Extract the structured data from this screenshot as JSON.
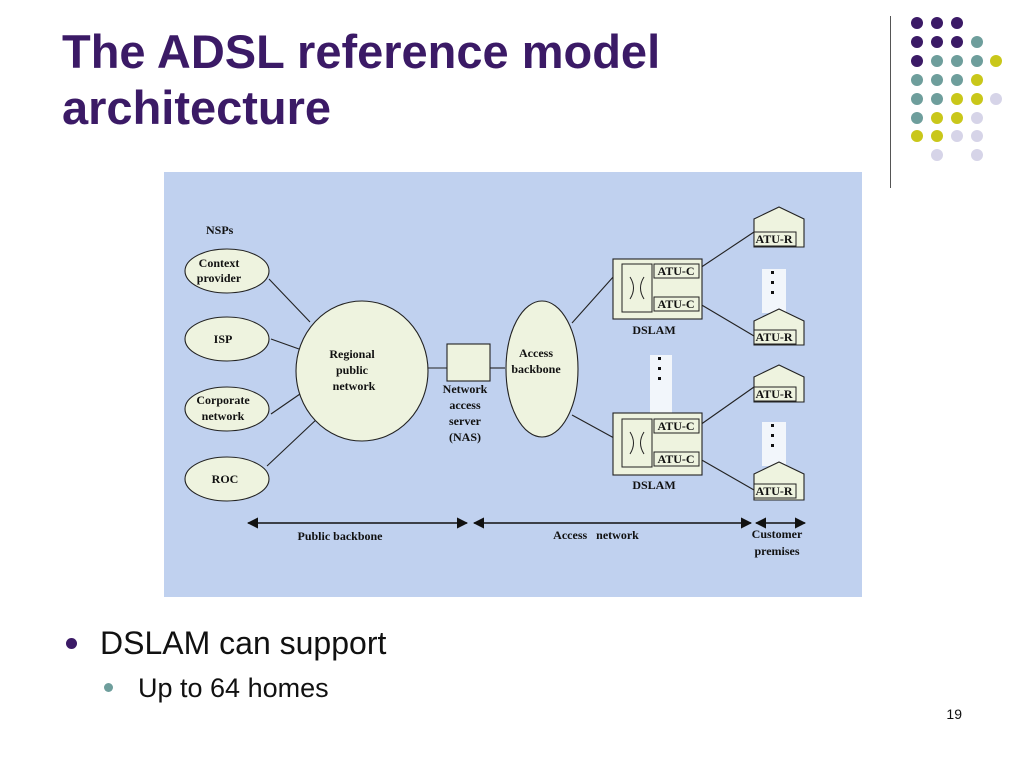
{
  "slide": {
    "title_line1": "The ADSL reference model",
    "title_line2": "architecture",
    "bullet1": "DSLAM can support",
    "bullet2": "Up to 64 homes",
    "page_number": "19"
  },
  "colors": {
    "purple": "#3b1a66",
    "teal": "#6e9e9c",
    "yellow": "#c9c71a",
    "lavender": "#d6d4e8",
    "diagram_bg": "#c0d1ef",
    "node_fill": "#eef3df"
  },
  "diagram": {
    "nsps_label": "NSPs",
    "context_provider": [
      "Context",
      "provider"
    ],
    "isp": "ISP",
    "corporate_network": [
      "Corporate",
      "network"
    ],
    "roc": "ROC",
    "regional_network": [
      "Regional",
      "public",
      "network"
    ],
    "nas": [
      "Network",
      "access",
      "server",
      "(NAS)"
    ],
    "access_backbone": [
      "Access",
      "backbone"
    ],
    "atu_c": "ATU-C",
    "atu_r": "ATU-R",
    "dslam": "DSLAM",
    "public_backbone": "Public backbone",
    "access_network": "Access   network",
    "customer_premises": [
      "Customer",
      "premises"
    ]
  }
}
